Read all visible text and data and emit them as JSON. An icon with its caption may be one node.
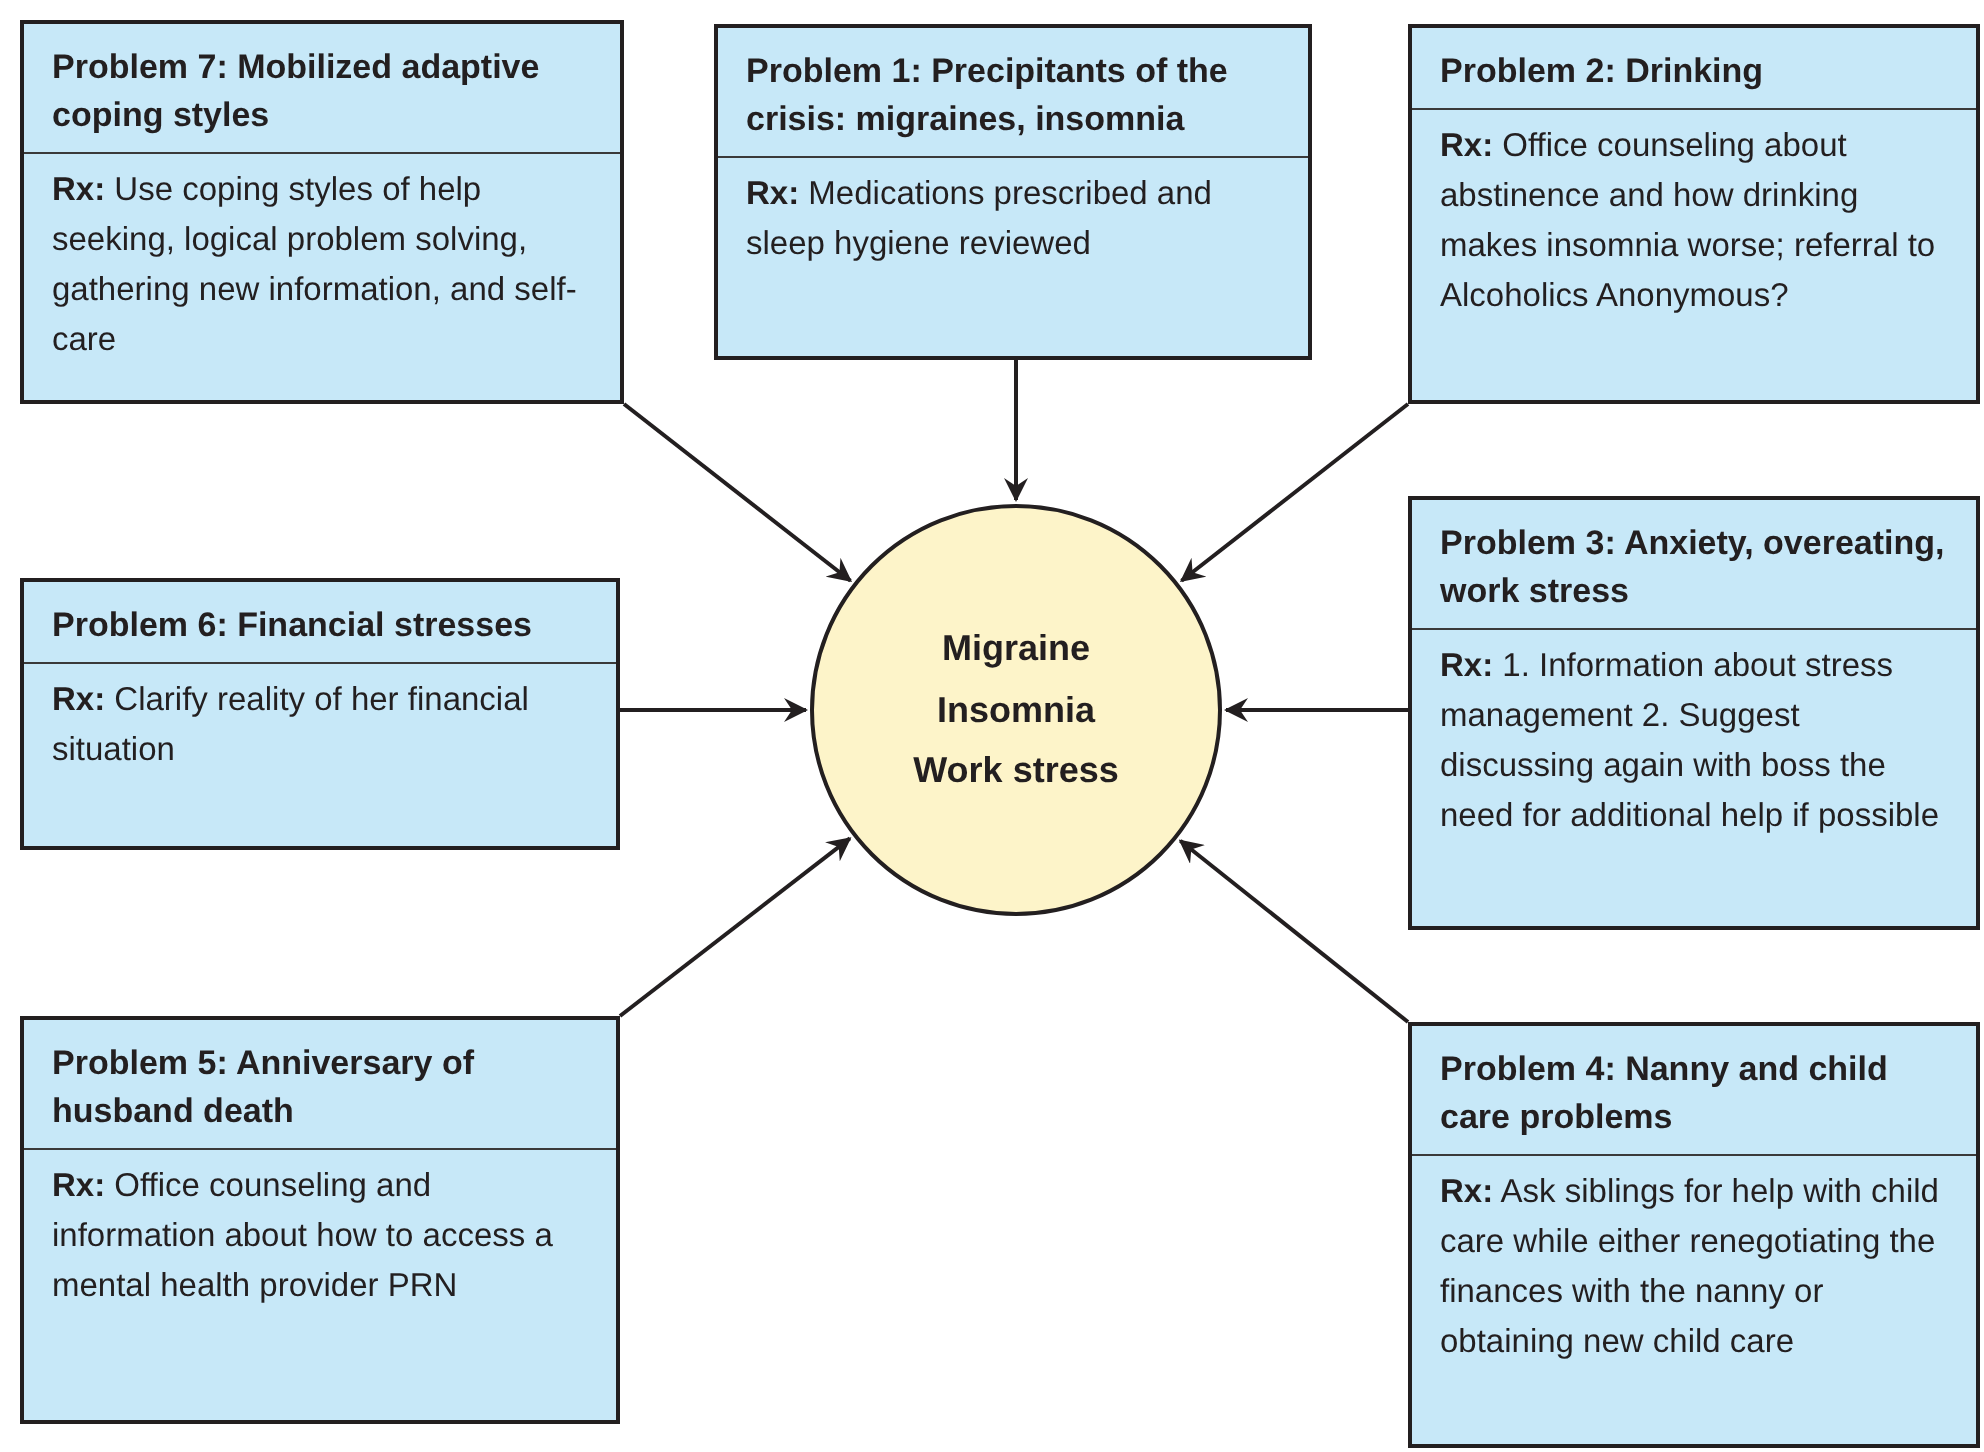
{
  "diagram": {
    "nodes": [
      {
        "text": [
          "Problem 7: Mobilized adaptive coping styles",
          "**Rx:** Use coping styles of help seeking, logical problem solving, gathering new information, and self-care"
        ]
      },
      {
        "text": [
          "Problem 1: Precipitants of the crisis: migraines, insomnia",
          "**Rx:** Medications prescribed and sleep hygiene reviewed"
        ]
      },
      {
        "text": [
          "Problem 2: Drinking",
          "**Rx:** Office counseling about abstinence and how drinking makes insomnia worse; referral to Alcoholics Anonymous?"
        ]
      },
      {
        "text": [
          "Problem 6: Financial stresses",
          "**Rx:** Clarify reality of  her financial situation"
        ]
      },
      {
        "text": [
          "Migraine",
          "Insomnia",
          "Work stress"
        ]
      },
      {
        "text": [
          "Problem 3: Anxiety, overeating, work stress",
          "**Rx:** 1. Information about stress management 2. Suggest discussing again with boss the need for additional help if possible"
        ]
      },
      {
        "text": [
          "Problem 5: Anniversary of husband death",
          "**Rx:** Office counseling and information about how to access a mental health provider PRN"
        ]
      },
      {
        "text": [
          "Problem 4: Nanny and child care problems",
          "**Rx:** Ask siblings for help with child care while either renegotiating the finances with the nanny or obtaining new child care"
        ]
      }
    ],
    "edges": [
      {
        "from": 0,
        "to": 4,
        "arrow": "to"
      },
      {
        "from": 1,
        "to": 4,
        "arrow": "to"
      },
      {
        "from": 2,
        "to": 4,
        "arrow": "to"
      },
      {
        "from": 3,
        "to": 4,
        "arrow": "to"
      },
      {
        "from": 5,
        "to": 4,
        "arrow": "to"
      },
      {
        "from": 6,
        "to": 4,
        "arrow": "to"
      },
      {
        "from": 7,
        "to": 4,
        "arrow": "to"
      }
    ]
  }
}
